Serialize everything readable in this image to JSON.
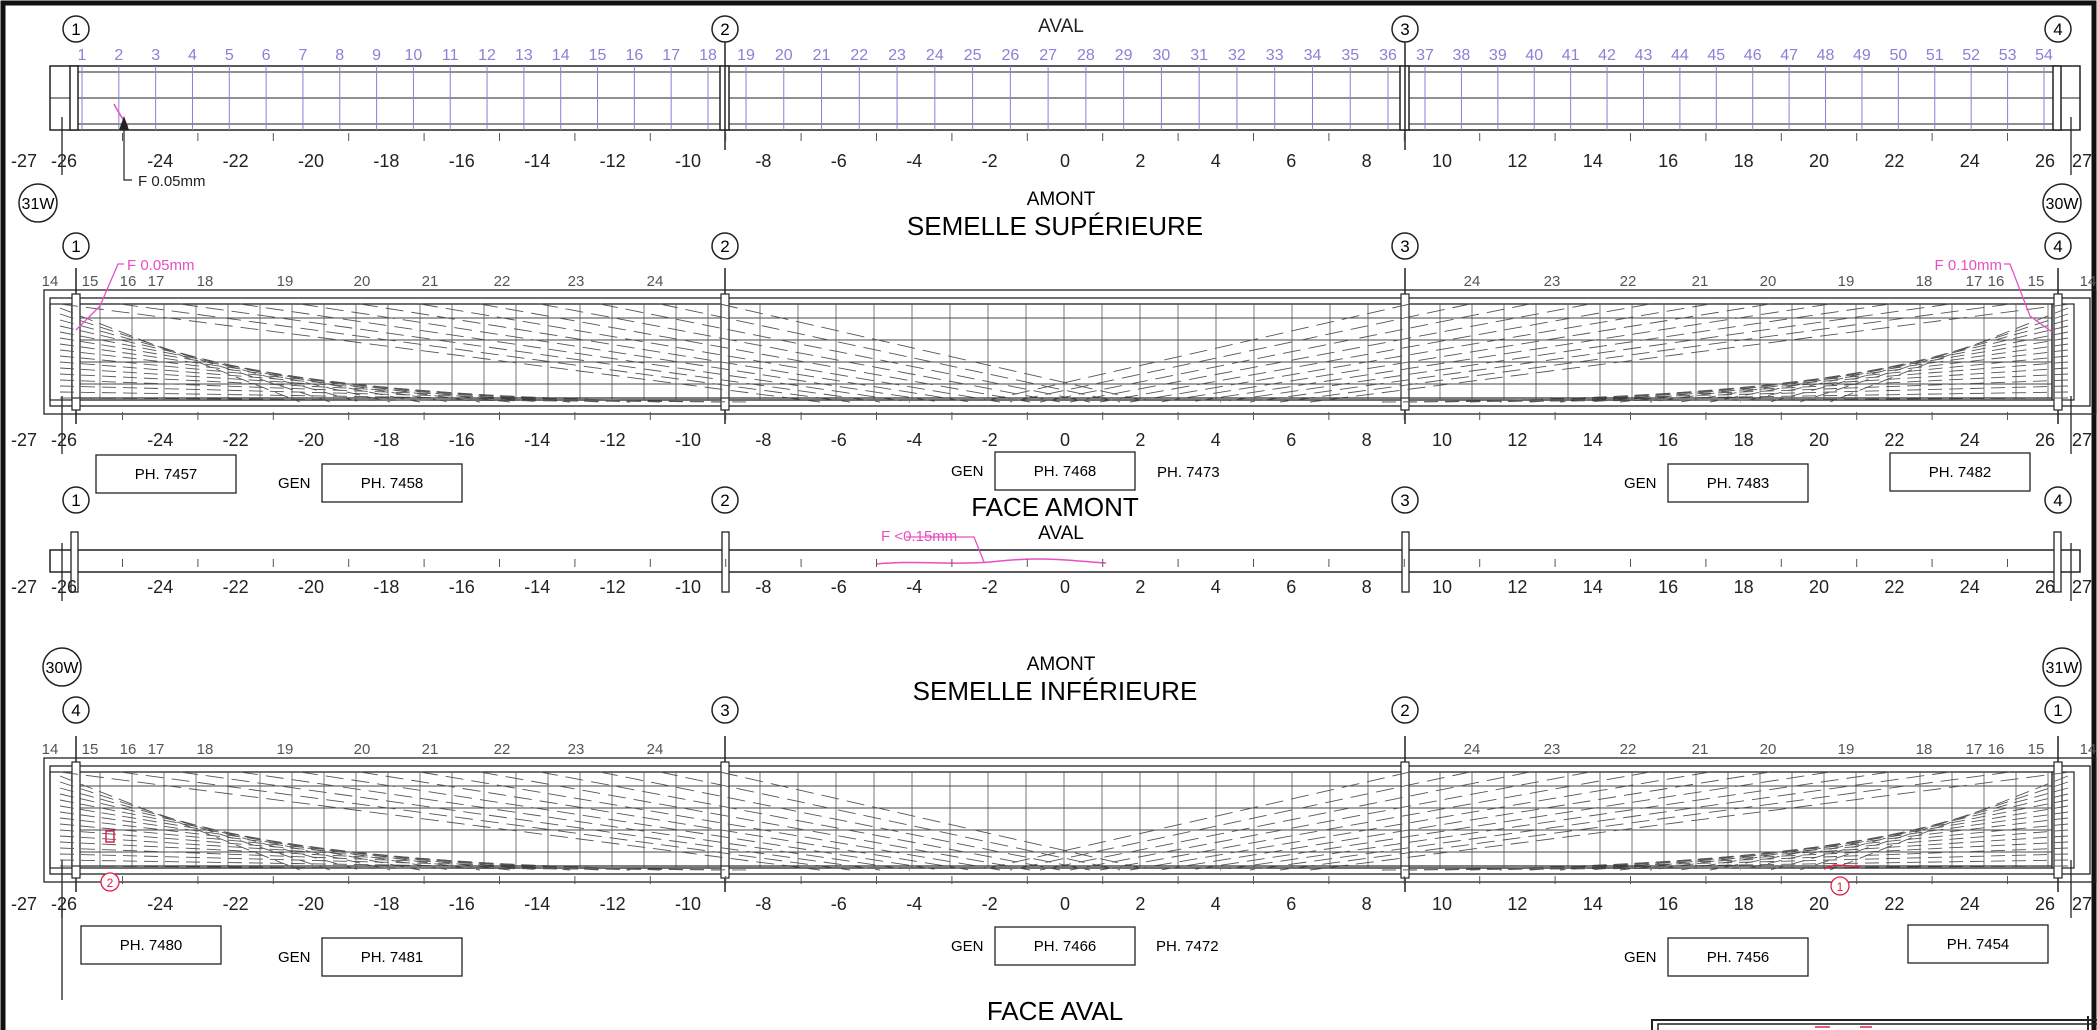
{
  "colors": {
    "line": "#222222",
    "hatch": "#555555",
    "rule_numbers": "#8c7fd6",
    "crack": "#e84fc2",
    "marker_red": "#e0204a"
  },
  "scale_labels": [
    "-27",
    "-26",
    "-24",
    "-22",
    "-20",
    "-18",
    "-16",
    "-14",
    "-12",
    "-10",
    "-8",
    "-6",
    "-4",
    "-2",
    "0",
    "2",
    "4",
    "6",
    "8",
    "10",
    "12",
    "14",
    "16",
    "18",
    "20",
    "22",
    "24",
    "26",
    "27"
  ],
  "panels": {
    "top_flange": {
      "upstream_label": "AVAL",
      "downstream_label": "AMONT",
      "title": "SEMELLE SUPÉRIEURE",
      "axes": [
        "1",
        "2",
        "3",
        "4"
      ],
      "stiffener_numbers": [
        "1",
        "2",
        "3",
        "4",
        "5",
        "6",
        "7",
        "8",
        "9",
        "10",
        "11",
        "12",
        "13",
        "14",
        "15",
        "16",
        "17",
        "18",
        "19",
        "20",
        "21",
        "22",
        "23",
        "24",
        "25",
        "26",
        "27",
        "28",
        "29",
        "30",
        "31",
        "32",
        "33",
        "34",
        "35",
        "36",
        "37",
        "38",
        "39",
        "40",
        "41",
        "42",
        "43",
        "44",
        "45",
        "46",
        "47",
        "48",
        "49",
        "50",
        "51",
        "52",
        "53",
        "54"
      ],
      "crack_note": "F 0.05mm"
    },
    "face_amont": {
      "left_pier": "31W",
      "right_pier": "30W",
      "axes": [
        "1",
        "2",
        "3",
        "4"
      ],
      "hatch_left": [
        "14",
        "15",
        "16",
        "17",
        "18",
        "19",
        "20",
        "21",
        "22",
        "23",
        "24"
      ],
      "hatch_right": [
        "24",
        "23",
        "22",
        "21",
        "20",
        "19",
        "18",
        "17",
        "16",
        "15",
        "14"
      ],
      "crack_left": "F 0.05mm",
      "crack_right": "F 0.10mm",
      "photos": {
        "p1": "PH. 7457",
        "gen1": "GEN",
        "p2": "PH. 7458",
        "gen2": "GEN",
        "p3": "PH. 7468",
        "p3b": "PH. 7473",
        "gen3": "GEN",
        "p4": "PH. 7483",
        "p5": "PH. 7482"
      },
      "title": "FACE AMONT"
    },
    "bottom_flange": {
      "upstream_label": "AVAL",
      "downstream_label": "AMONT",
      "title": "SEMELLE INFÉRIEURE",
      "axes": [
        "1",
        "2",
        "3",
        "4"
      ],
      "crack_note": "F <0.15mm"
    },
    "face_aval": {
      "left_pier": "30W",
      "right_pier": "31W",
      "axes": [
        "4",
        "3",
        "2",
        "1"
      ],
      "hatch_left": [
        "14",
        "15",
        "16",
        "17",
        "18",
        "19",
        "20",
        "21",
        "22",
        "23",
        "24"
      ],
      "hatch_right": [
        "24",
        "23",
        "22",
        "21",
        "20",
        "19",
        "18",
        "17",
        "16",
        "15",
        "14"
      ],
      "marker_1": "1",
      "marker_2": "2",
      "photos": {
        "p1": "PH. 7480",
        "gen1": "GEN",
        "p2": "PH. 7481",
        "gen2": "GEN",
        "p3": "PH. 7466",
        "p3b": "PH. 7472",
        "gen3": "GEN",
        "p4": "PH. 7456",
        "p5": "PH. 7454"
      },
      "title": "FACE AVAL"
    }
  }
}
